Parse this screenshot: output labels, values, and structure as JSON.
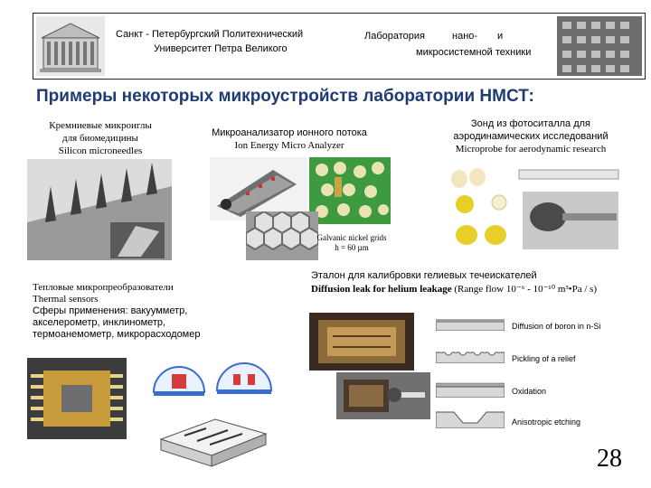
{
  "header": {
    "university_line1": "Санкт - Петербургский Политехнический",
    "university_line2": "Университет Петра Великого",
    "lab_word": "Лаборатория",
    "lab_nano": "нано-",
    "lab_and": "и",
    "lab_line2": "микросистемной техники"
  },
  "title": "Примеры некоторых микроустройств лаборатории НМСТ:",
  "sections": {
    "microneedles": {
      "line1": "Кремниевые микроиглы",
      "line2": "для биомедицины",
      "line3": "Silicon microneedles"
    },
    "analyzer": {
      "line1": "Микроанализатор ионного потока",
      "line2": "Ion Energy Micro Analyzer",
      "grid_caption1": "Galvanic nickel grids",
      "grid_caption2": "h = 60 µm"
    },
    "probe": {
      "line1": "Зонд из фотоситалла для",
      "line2": "аэродинамических исследований",
      "line3": "Microprobe for aerodynamic research"
    },
    "thermal": {
      "line1": "Тепловые микропреобразователи",
      "line2": "Thermal sensors",
      "line3": "Сферы применения: вакуумметр,",
      "line4": "акселерометр, инклинометр,",
      "line5": "термоанемометр, микрорасходомер"
    },
    "leak": {
      "line1": "Эталон для калибровки гелиевых течеискателей",
      "line2_bold": "Diffusion leak for helium leakage",
      "line2_rest": "(Range flow 10⁻⁶ - 10⁻¹⁰ m³•Pa / s)"
    }
  },
  "process_steps": [
    "Diffusion of boron in n-Si",
    "Pickling of a relief",
    "Oxidation",
    "Anisotropic etching"
  ],
  "page_number": "28"
}
